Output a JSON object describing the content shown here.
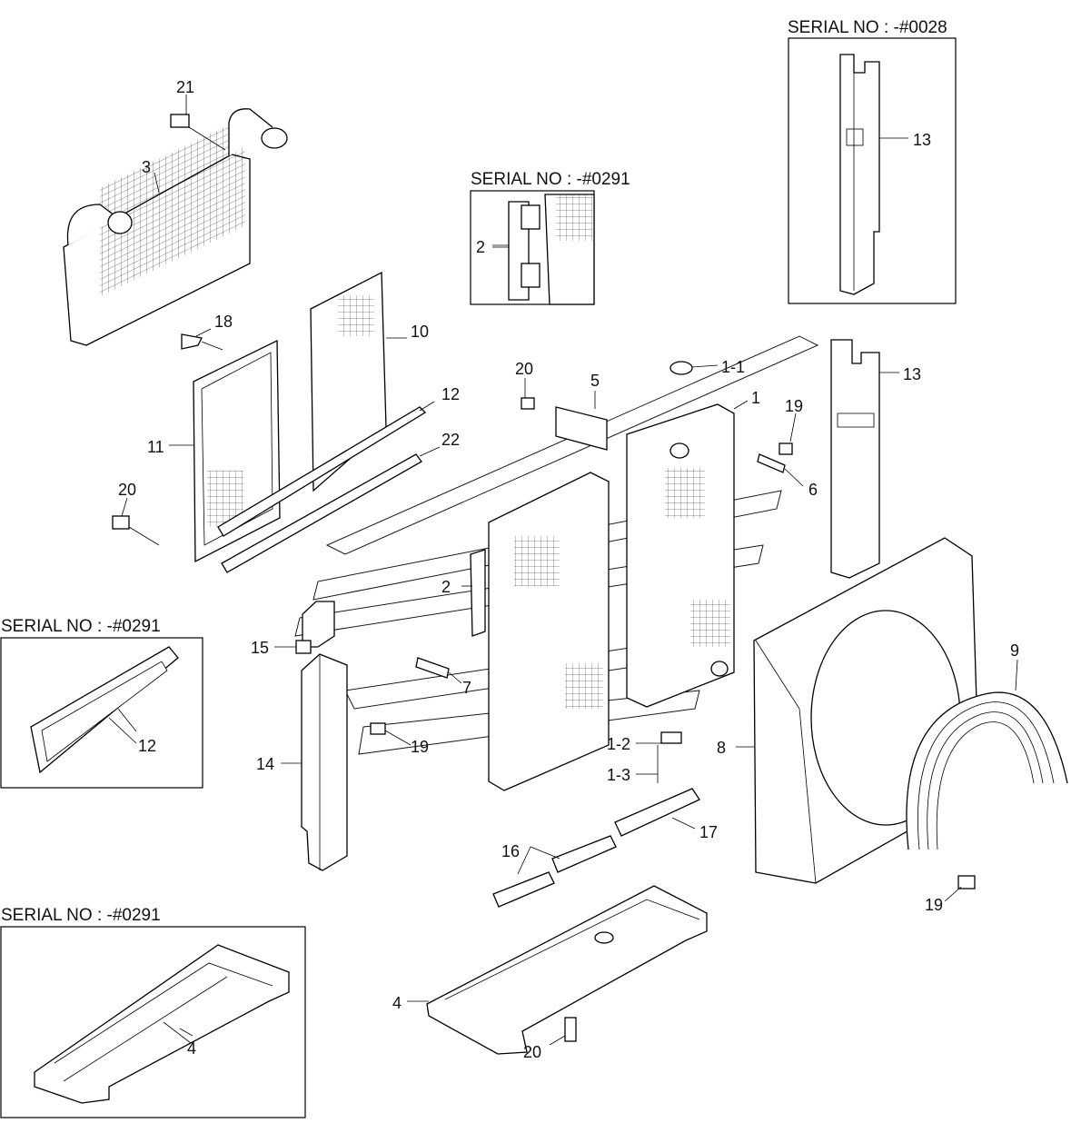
{
  "serial_labels": {
    "s0028": "SERIAL NO : -#0028",
    "s0291_top": "SERIAL NO : -#0291",
    "s0291_left": "SERIAL NO : -#0291",
    "s0291_bottom": "SERIAL NO : -#0291"
  },
  "callouts": {
    "p21": "21",
    "p3": "3",
    "p18": "18",
    "p10": "10",
    "p11": "11",
    "p12a": "12",
    "p22": "22",
    "p20a": "20",
    "p2a": "2",
    "p2b": "2",
    "p20b": "20",
    "p5": "5",
    "p1_1": "1-1",
    "p1": "1",
    "p19a": "19",
    "p6": "6",
    "p13a": "13",
    "p13b": "13",
    "p9": "9",
    "p15": "15",
    "p7": "7",
    "p19b": "19",
    "p14": "14",
    "p12b": "12",
    "p1_2": "1-2",
    "p1_3": "1-3",
    "p8": "8",
    "p17": "17",
    "p16": "16",
    "p19c": "19",
    "p4a": "4",
    "p4b": "4",
    "p20c": "20"
  }
}
